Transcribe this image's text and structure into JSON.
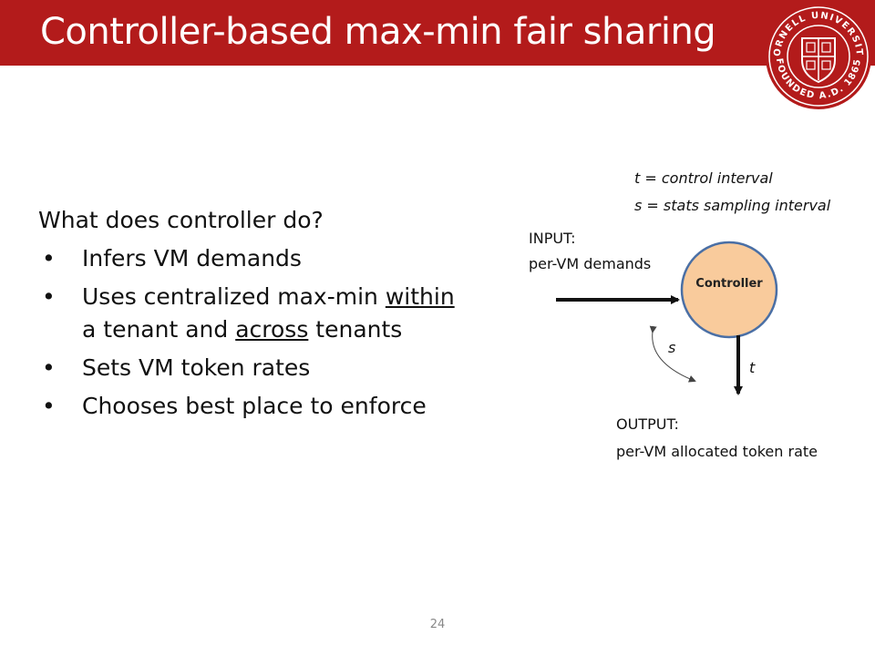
{
  "header": {
    "title": "Controller-based max-min fair sharing"
  },
  "logo": {
    "name": "cornell-university-seal",
    "top_text": "CORNELL UNIVERSITY",
    "bottom_text": "FOUNDED A.D. 1865"
  },
  "body": {
    "lead": "What does controller do?",
    "bullet1": "Infers VM demands",
    "bullet2_a": "Uses centralized max-min ",
    "bullet2_b": "within",
    "bullet2_c": "a tenant and ",
    "bullet2_d": "across",
    "bullet2_e": " tenants",
    "bullet3": "Sets VM token rates",
    "bullet4": "Chooses best place to enforce",
    "bullet_char": "•"
  },
  "diagram": {
    "legend_t": "t = control interval",
    "legend_s": "s = stats sampling interval",
    "input_label": "INPUT:",
    "input_value": "per-VM demands",
    "controller_label": "Controller",
    "s_label": "s",
    "t_label": "t",
    "output_label": "OUTPUT:",
    "output_value": "per-VM allocated token rate",
    "colors": {
      "controller_fill": "#f9cb9c",
      "controller_stroke": "#4a6fa5",
      "arrow": "#111111"
    }
  },
  "footer": {
    "page_number": "24"
  },
  "colors": {
    "title_bar": "#b31b1b",
    "title_text": "#ffffff"
  }
}
